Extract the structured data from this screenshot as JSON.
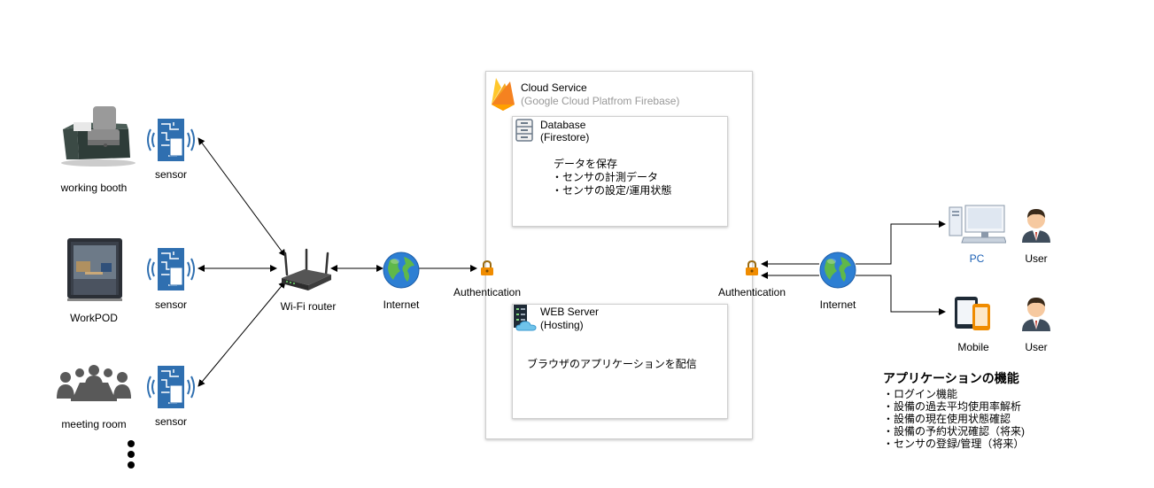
{
  "devices": {
    "working_booth": "working booth",
    "workpod": "WorkPOD",
    "meeting_room": "meeting room"
  },
  "sensors": {
    "label": "sensor"
  },
  "router": {
    "label": "Wi-Fi router"
  },
  "internet": {
    "label": "Internet"
  },
  "auth": {
    "label": "Authentication"
  },
  "cloud": {
    "title": "Cloud Service",
    "subtitle": "(Google Cloud Platfrom Firebase)",
    "database": {
      "title": "Database",
      "subtitle": "(Firestore)",
      "lines": [
        "データを保存",
        "・センサの計測データ",
        "・センサの設定/運用状態"
      ]
    },
    "web": {
      "title": "WEB Server",
      "subtitle": "(Hosting)",
      "text": "ブラウザのアプリケーションを配信"
    }
  },
  "clients": {
    "pc": "PC",
    "mobile": "Mobile",
    "user": "User"
  },
  "features": {
    "title": "アプリケーションの機能",
    "items": [
      "・ログイン機能",
      "・設備の過去平均使用率解析",
      "・設備の現在使用状態確認",
      "・設備の予約状況確認（将来)",
      "・センサの登録/管理（将来）"
    ]
  },
  "colors": {
    "sensor": "#2f6fb0",
    "globe_ocean": "#2d7fd3",
    "globe_land": "#5fb84a",
    "lock": "#f08c00",
    "firebase": "#f5a623",
    "pc_label": "#1a5fb4"
  }
}
